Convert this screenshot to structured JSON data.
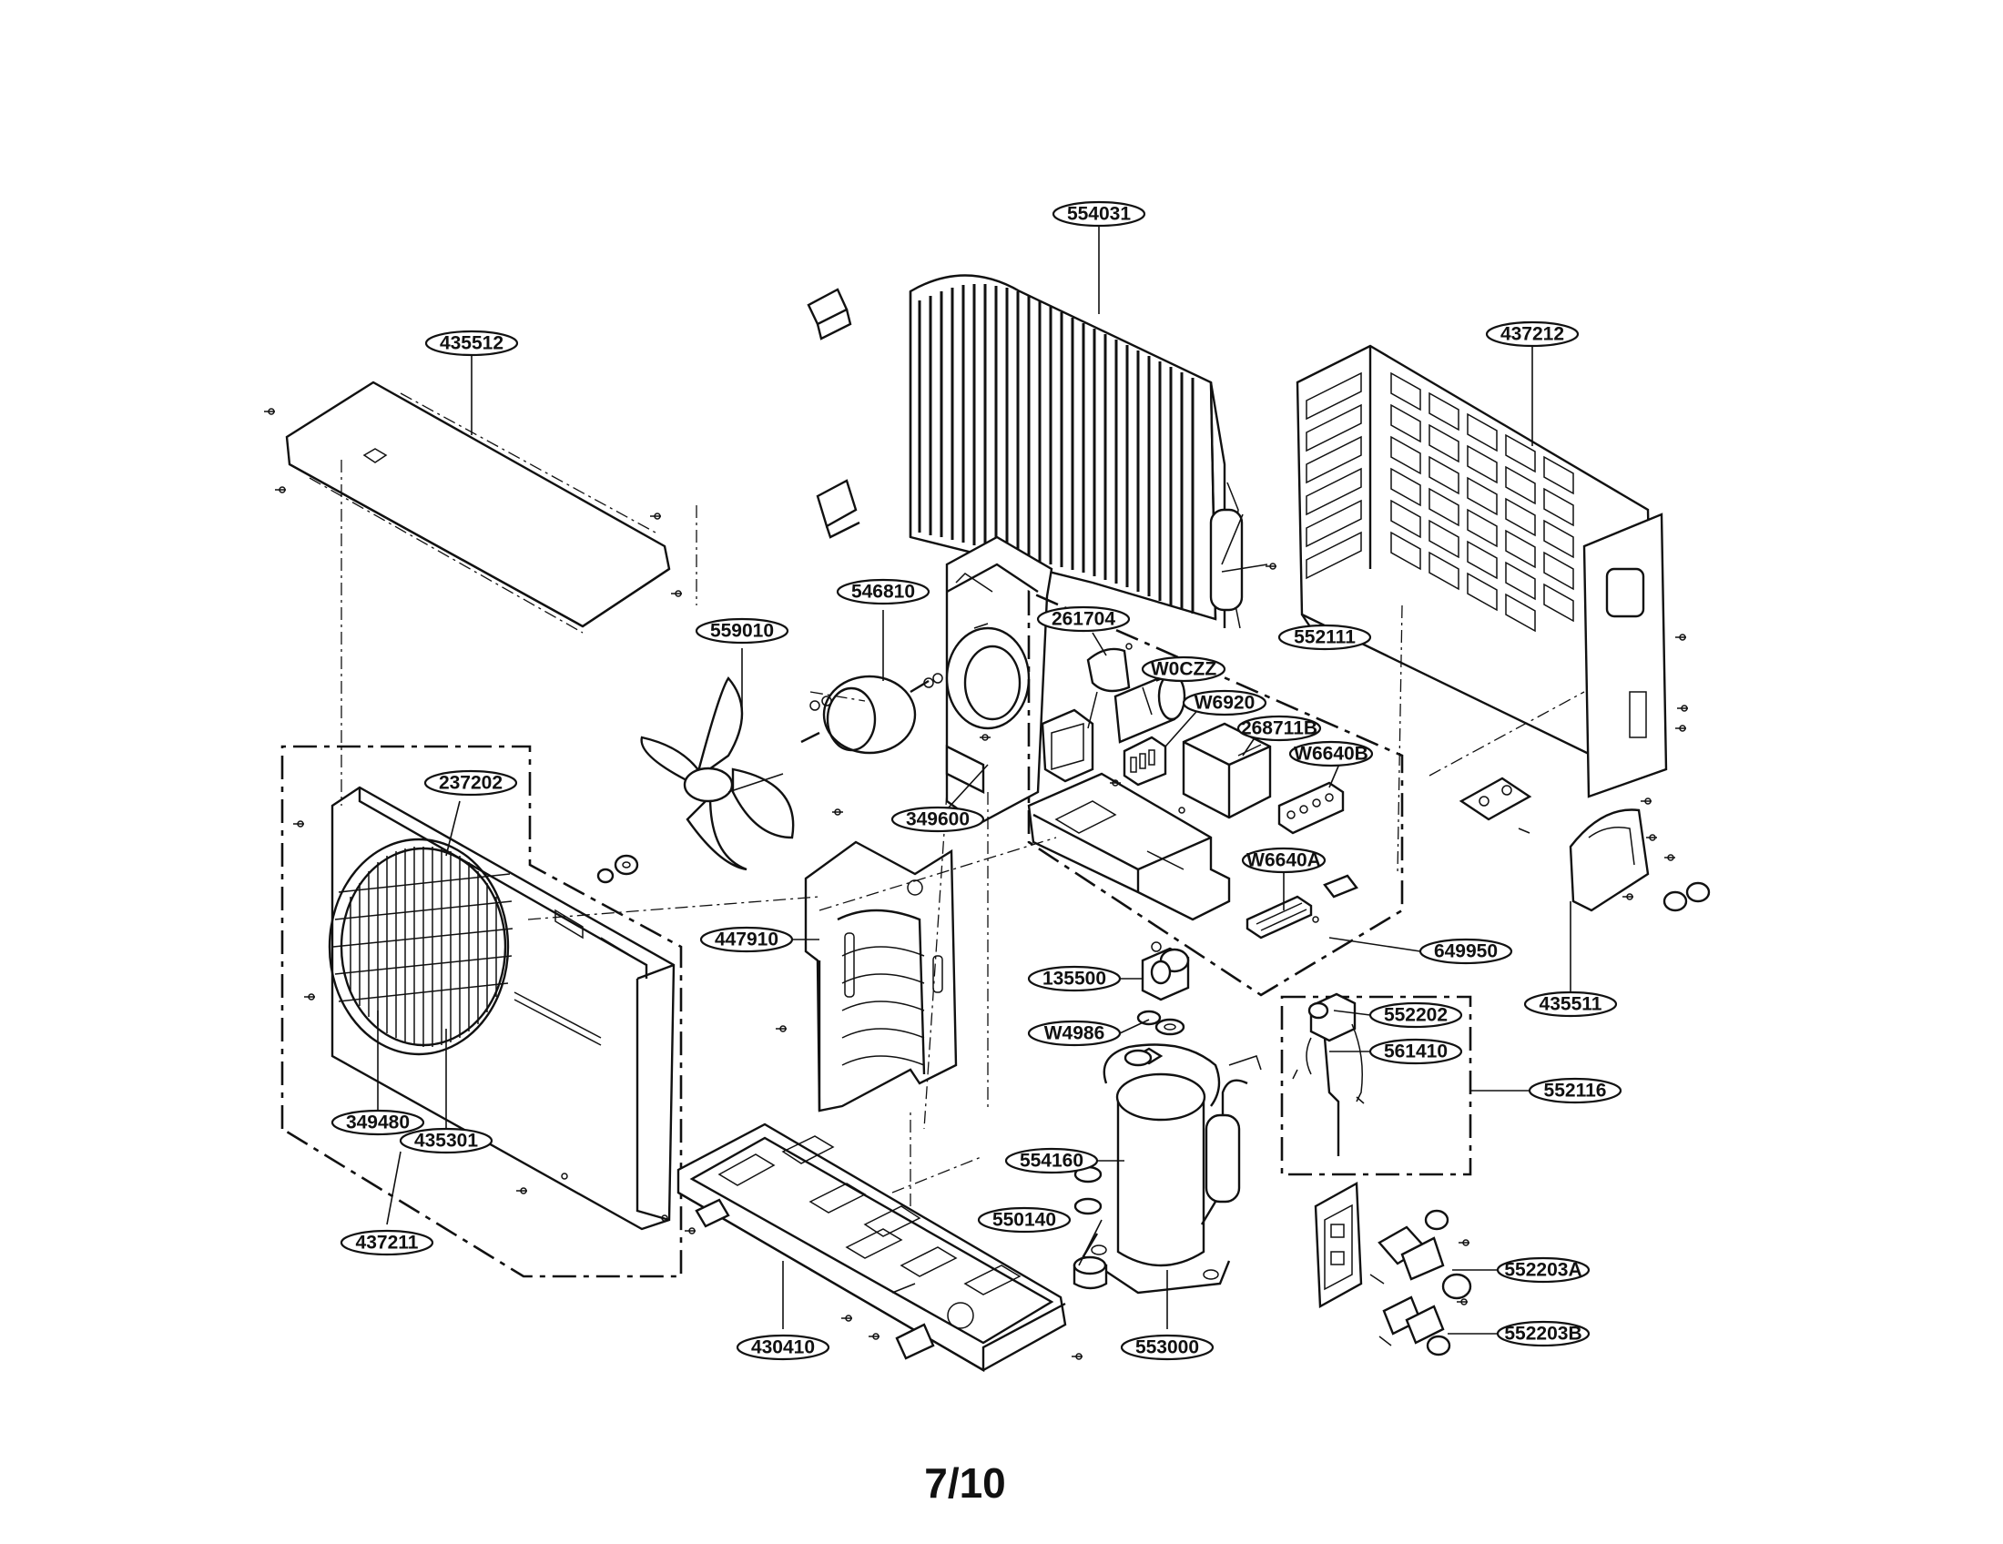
{
  "page_label": "7/10",
  "callouts": [
    {
      "id": "c554031",
      "text": "554031"
    },
    {
      "id": "c435512",
      "text": "435512"
    },
    {
      "id": "c437212",
      "text": "437212"
    },
    {
      "id": "c546810",
      "text": "546810"
    },
    {
      "id": "c559010",
      "text": "559010"
    },
    {
      "id": "c552111",
      "text": "552111"
    },
    {
      "id": "c261704",
      "text": "261704"
    },
    {
      "id": "cW0CZZ",
      "text": "W0CZZ"
    },
    {
      "id": "cW6920",
      "text": "W6920"
    },
    {
      "id": "c268711B",
      "text": "268711B"
    },
    {
      "id": "cW6640B",
      "text": "W6640B"
    },
    {
      "id": "c237202",
      "text": "237202"
    },
    {
      "id": "c349600",
      "text": "349600"
    },
    {
      "id": "cW6640A",
      "text": "W6640A"
    },
    {
      "id": "c447910",
      "text": "447910"
    },
    {
      "id": "c649950",
      "text": "649950"
    },
    {
      "id": "c135500",
      "text": "135500"
    },
    {
      "id": "c435511",
      "text": "435511"
    },
    {
      "id": "c552202",
      "text": "552202"
    },
    {
      "id": "cW4986",
      "text": "W4986"
    },
    {
      "id": "c561410",
      "text": "561410"
    },
    {
      "id": "c552116",
      "text": "552116"
    },
    {
      "id": "c349480",
      "text": "349480"
    },
    {
      "id": "c435301",
      "text": "435301"
    },
    {
      "id": "c554160",
      "text": "554160"
    },
    {
      "id": "c550140",
      "text": "550140"
    },
    {
      "id": "c437211",
      "text": "437211"
    },
    {
      "id": "c552203A",
      "text": "552203A"
    },
    {
      "id": "c552203B",
      "text": "552203B"
    },
    {
      "id": "c430410",
      "text": "430410"
    },
    {
      "id": "c553000",
      "text": "553000"
    }
  ]
}
